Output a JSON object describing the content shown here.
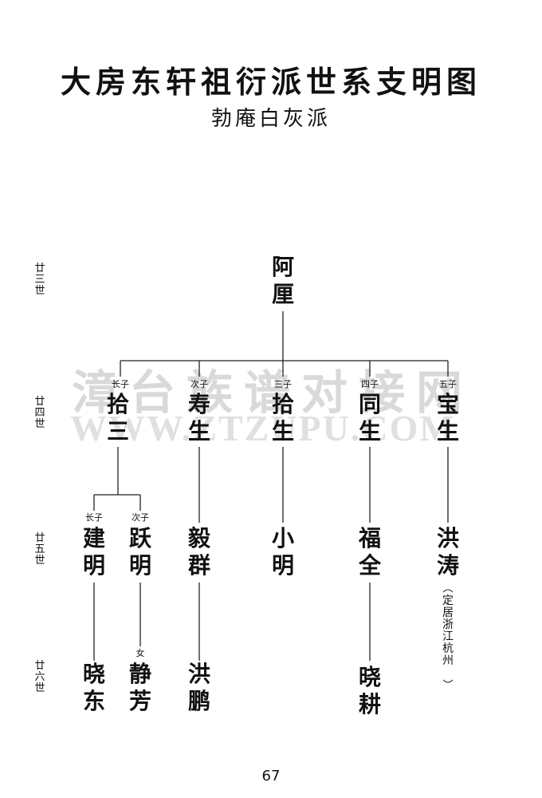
{
  "title": "大房东轩祖衍派世系支明图",
  "subtitle": "勃庵白灰派",
  "watermark": {
    "line1": "漳台族谱对接网",
    "line2": "WWW.ZTZUPU.COM"
  },
  "generations": [
    "廿三世",
    "廿四世",
    "廿五世",
    "廿六世"
  ],
  "people": {
    "root": {
      "name": "阿厘"
    },
    "g24": [
      {
        "rank": "长子",
        "name": "拾三"
      },
      {
        "rank": "次子",
        "name": "寿生"
      },
      {
        "rank": "三子",
        "name": "拾生"
      },
      {
        "rank": "四子",
        "name": "同生"
      },
      {
        "rank": "五子",
        "name": "宝生"
      }
    ],
    "g25": [
      {
        "rank": "长子",
        "name": "建明"
      },
      {
        "rank": "次子",
        "name": "跃明"
      },
      {
        "rank": "",
        "name": "毅群"
      },
      {
        "rank": "",
        "name": "小明"
      },
      {
        "rank": "",
        "name": "福全"
      },
      {
        "rank": "",
        "name": "洪涛"
      }
    ],
    "g25_note": "定居浙江杭州",
    "g26": [
      {
        "rank": "",
        "name": "晓东"
      },
      {
        "rank": "女",
        "name": "静芳"
      },
      {
        "rank": "",
        "name": "洪鹏"
      },
      {
        "rank": "",
        "name": "晓耕"
      }
    ]
  },
  "page_number": "67"
}
